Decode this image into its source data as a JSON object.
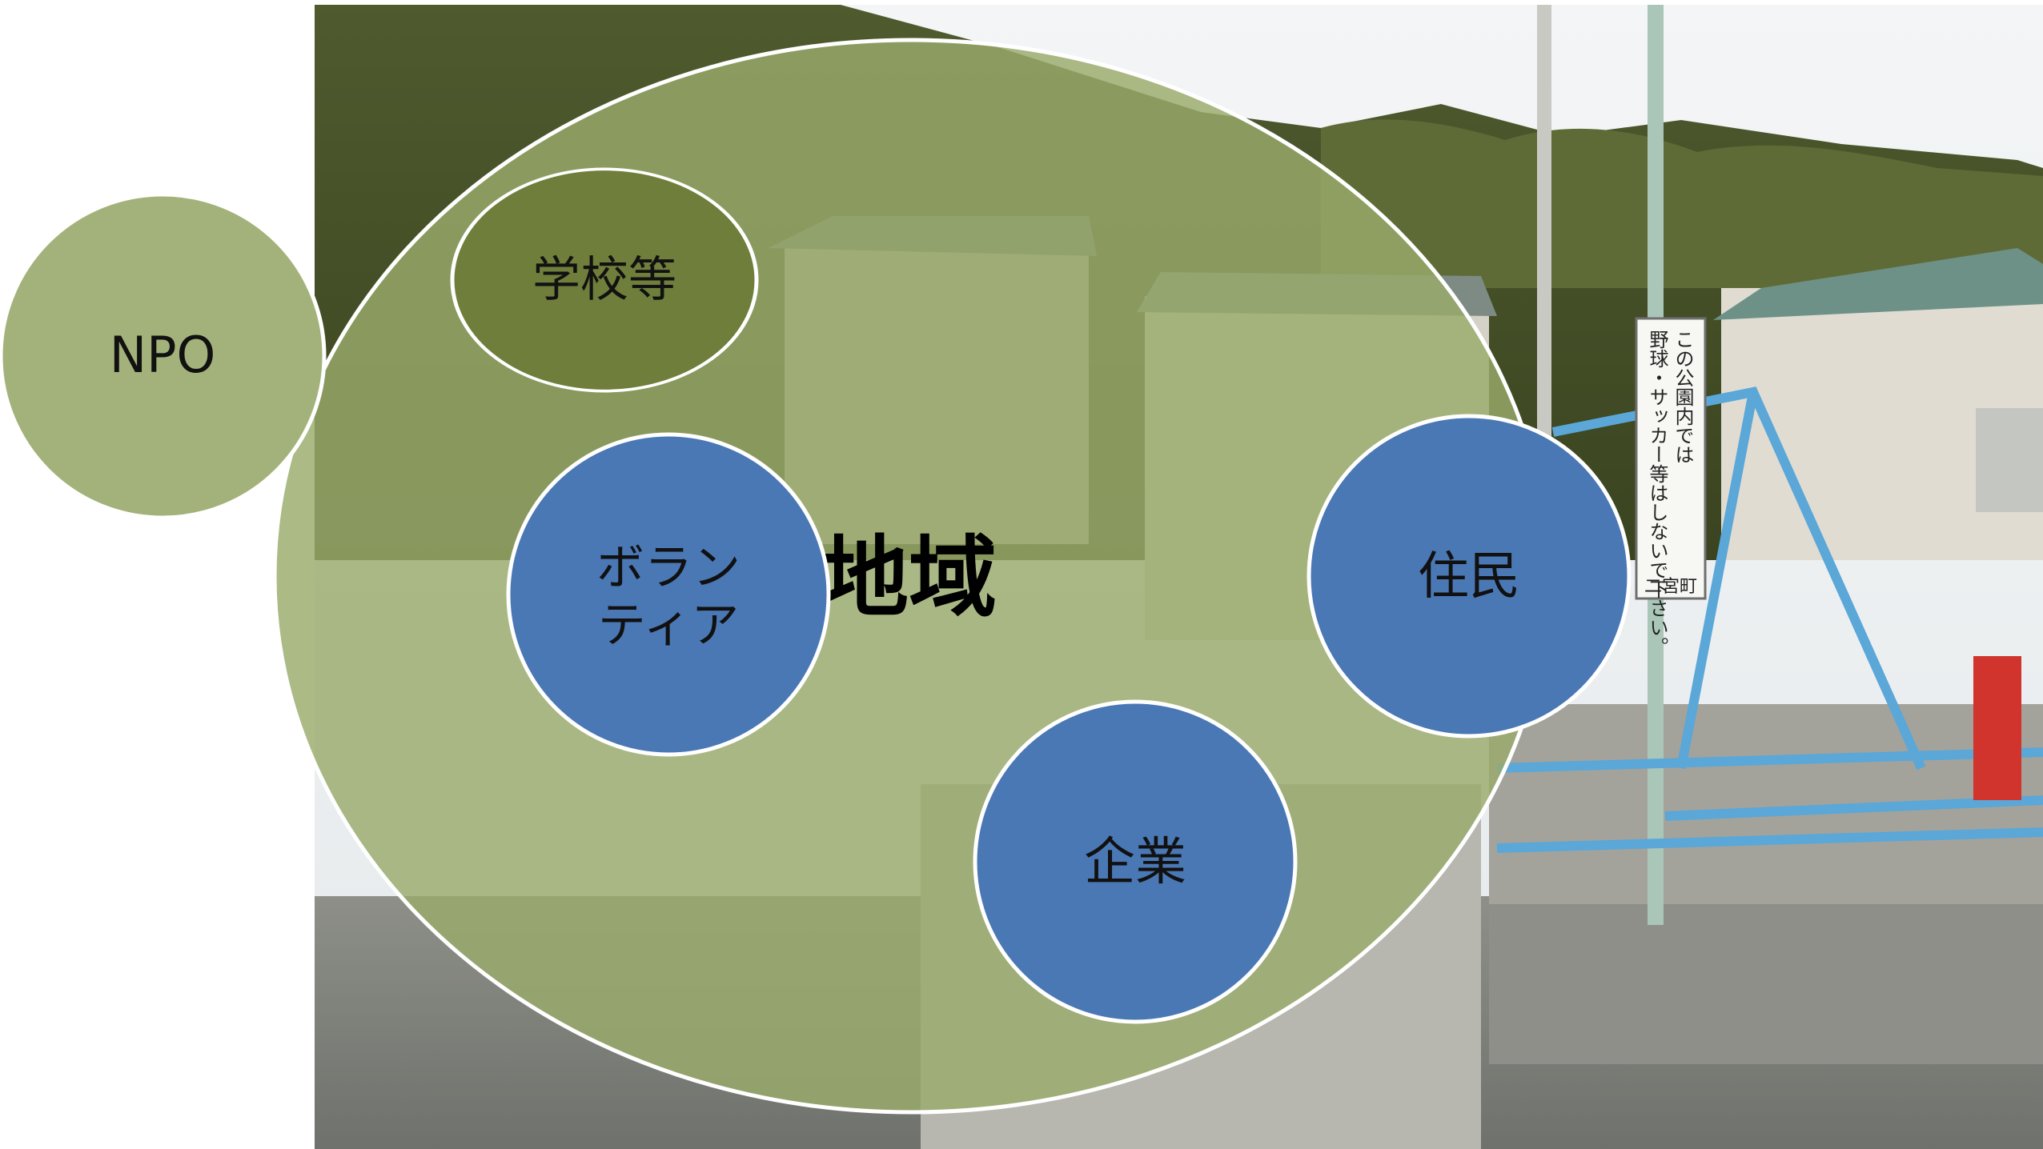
{
  "diagram": {
    "center_label": "地域",
    "nodes": {
      "npo": "NPO",
      "schools": "学校等",
      "volunteer_line1": "ボラン",
      "volunteer_line2": "ティア",
      "residents": "住民",
      "companies": "企業"
    },
    "sign": {
      "line1": "この公園内では",
      "line2": "野球・サッカー等はしないで下さい。",
      "footer": "二宮町"
    }
  },
  "colors": {
    "green_fill": "#9aab6b",
    "green_ring": "#a3b27a",
    "blue_fill": "#4a78b5",
    "outline": "#ffffff"
  }
}
